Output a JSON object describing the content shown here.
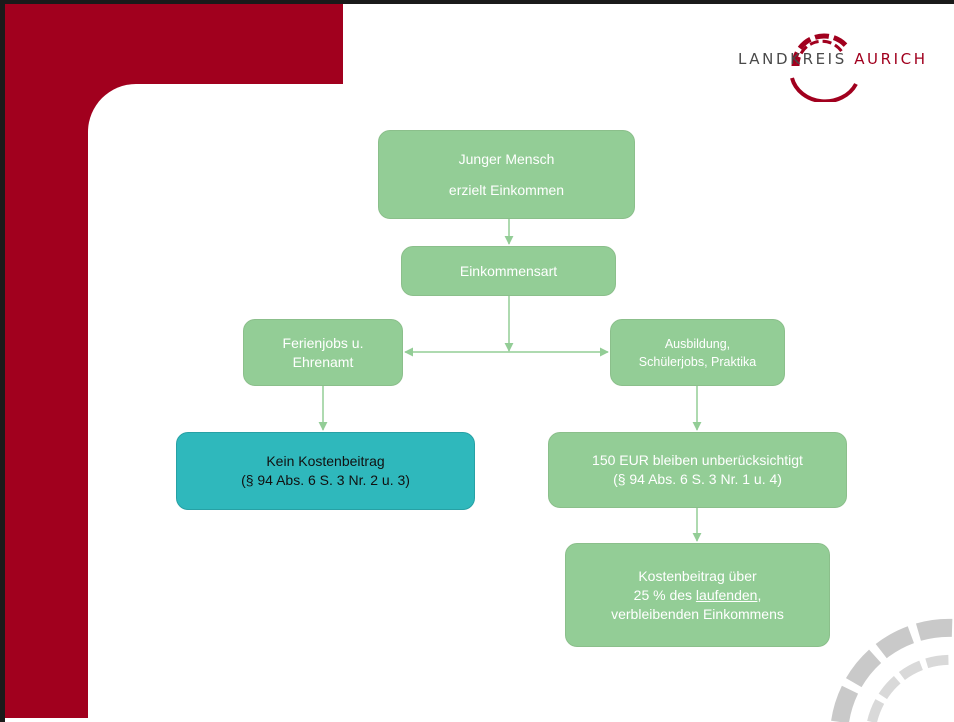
{
  "logo": {
    "text_main": "LANDKREIS ",
    "text_accent": "AURICH",
    "colors": {
      "accent": "#a1001e",
      "text": "#4a4a4a"
    }
  },
  "diagram": {
    "nodes": {
      "start": {
        "line1": "Junger Mensch",
        "line2": "erzielt Einkommen"
      },
      "type": {
        "label": "Einkommensart"
      },
      "left_branch": {
        "line1": "Ferienjobs u.",
        "line2": "Ehrenamt"
      },
      "right_branch": {
        "line1": "Ausbildung,",
        "line2": "Schülerjobs, Praktika"
      },
      "left_result": {
        "line1": "Kein Kostenbeitrag",
        "line2": "(§ 94 Abs. 6 S. 3 Nr. 2 u. 3)"
      },
      "right_result": {
        "line1": "150 EUR bleiben unberücksichtigt",
        "line2": "(§ 94 Abs. 6 S. 3 Nr. 1 u. 4)"
      },
      "final": {
        "line1": "Kostenbeitrag über",
        "line2_pre": "25 % des ",
        "line2_underlined": "laufenden",
        "line2_post": ",",
        "line3": "verbleibenden Einkommens"
      }
    },
    "colors": {
      "node_fill": "#93cd96",
      "highlight_fill": "#2fb8bc",
      "arrow": "#93cd96",
      "brand_red": "#a1001e"
    }
  }
}
